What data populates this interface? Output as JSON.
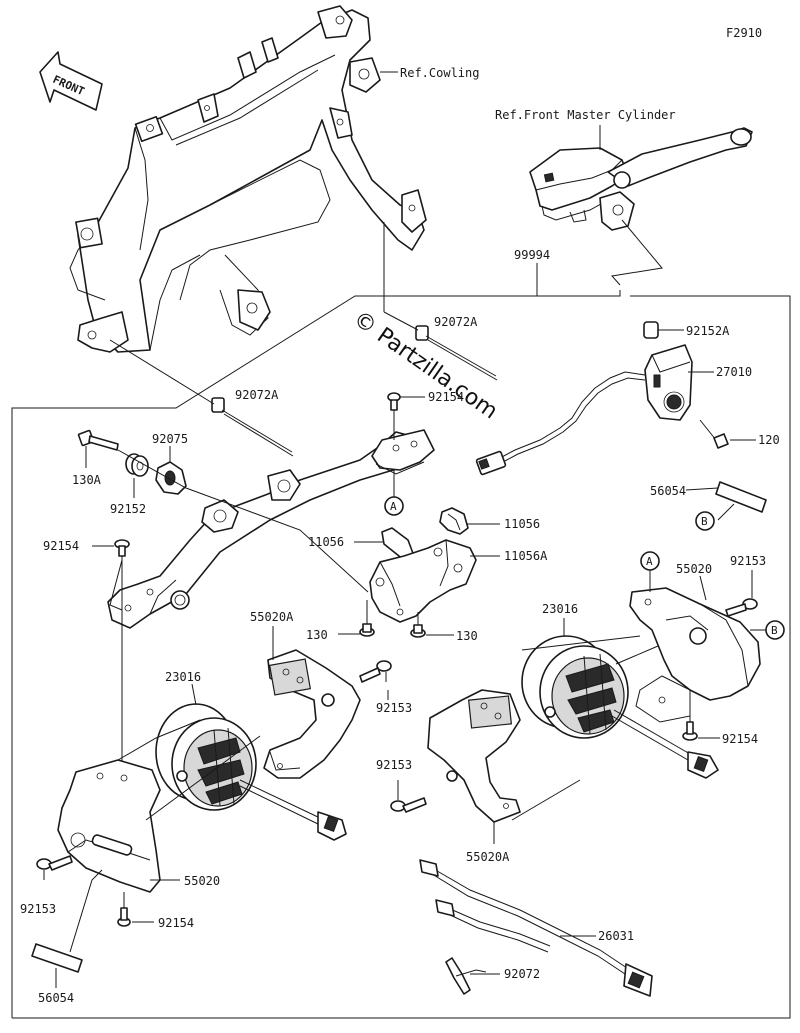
{
  "figure_code": "F2910",
  "front_label": "FRONT",
  "watermark": "© Partzilla.com",
  "refs": {
    "cowling": "Ref.Cowling",
    "master_cylinder": "Ref.Front Master Cylinder"
  },
  "callouts": {
    "c_99994": "99994",
    "c_92152A": "92152A",
    "c_27010": "27010",
    "c_120": "120",
    "c_92072A_top": "92072A",
    "c_92072A_left": "92072A",
    "c_92154_top": "92154",
    "c_130A": "130A",
    "c_92075": "92075",
    "c_92152": "92152",
    "c_56054_right": "56054",
    "c_11056_right": "11056",
    "c_11056_left": "11056",
    "c_11056A": "11056A",
    "c_92154_left": "92154",
    "c_55020A_left": "55020A",
    "c_130_left": "130",
    "c_130_right": "130",
    "c_23016_right": "23016",
    "c_55020_right": "55020",
    "c_92153_right_top": "92153",
    "c_23016_left": "23016",
    "c_92153_mid": "92153",
    "c_92154_right": "92154",
    "c_92153_right_low": "92153",
    "c_55020A_right": "55020A",
    "c_55020_left": "55020",
    "c_92153_left": "92153",
    "c_92154_bottom": "92154",
    "c_26031": "26031",
    "c_92072": "92072",
    "c_56054_bottom": "56054"
  },
  "markers": {
    "a_upper": "A",
    "b_upper": "B",
    "a_lower": "A",
    "b_lower": "B"
  }
}
